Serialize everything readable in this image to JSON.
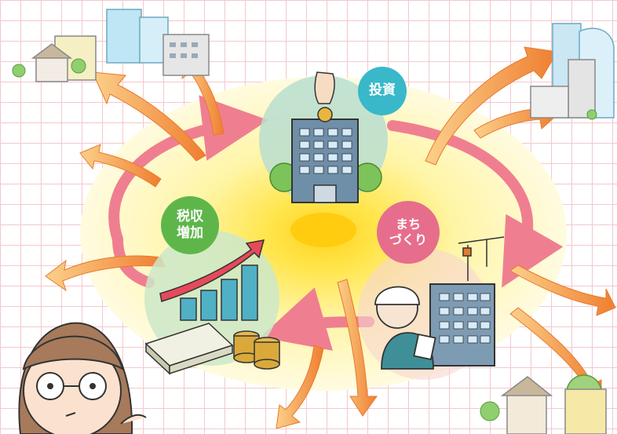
{
  "labels": {
    "invest": "投資",
    "tax": "税収\n増加",
    "town": "まち\nづくり"
  },
  "colors": {
    "invest_circle": "#38b8c9",
    "tax_circle": "#5eb64a",
    "town_circle": "#e66e8c",
    "cycle_arrow": "#ef7f90",
    "outward_arrow": "#f08d3c",
    "glow_center": "#ffd21e",
    "glow_outer": "#fff7b0",
    "grid": "#f4c8cc"
  },
  "icons": [
    "office-building-icon",
    "coin-hand-icon",
    "growth-chart-icon",
    "money-stack-icon",
    "construction-worker-icon",
    "crane-icon",
    "city-skyline-icon",
    "person-face-icon"
  ]
}
